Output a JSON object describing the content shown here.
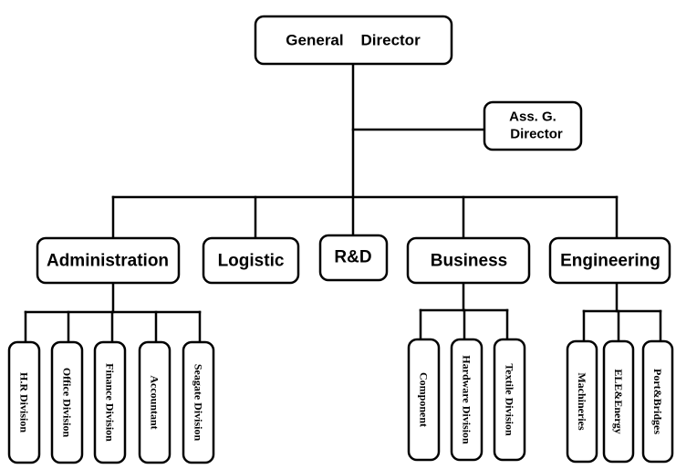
{
  "chart": {
    "general_director": "General    Director",
    "assistant": [
      "Ass. G.",
      "Director"
    ],
    "departments": [
      {
        "label": "Administration",
        "units": [
          "H.R Division",
          "Office Division",
          "Finance Division",
          "Accountant",
          "Seagate Division"
        ]
      },
      {
        "label": "Logistic",
        "units": []
      },
      {
        "label": "R&D",
        "units": []
      },
      {
        "label": "Business",
        "units": [
          "Component",
          "Hardware Division",
          "Textile Division"
        ]
      },
      {
        "label": "Engineering",
        "units": [
          "Machineries",
          "ELE&Energy",
          "Port&Bridges"
        ]
      }
    ]
  }
}
